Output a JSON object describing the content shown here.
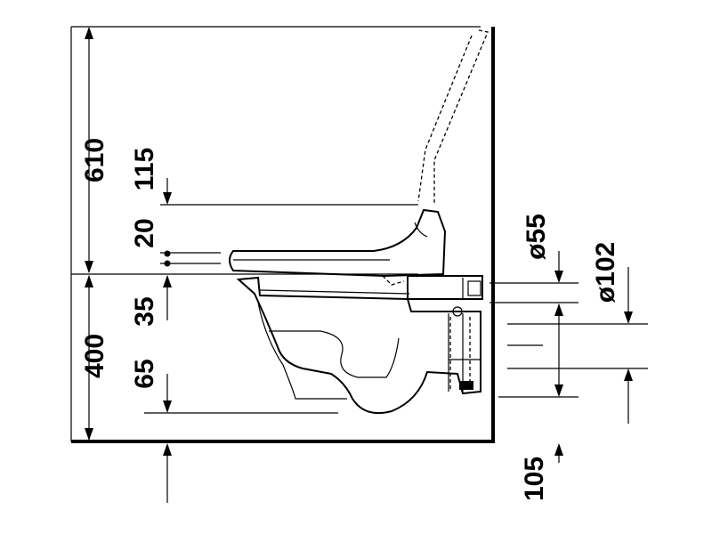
{
  "dimensions": {
    "d610": "610",
    "d115": "115",
    "d20": "20",
    "d35": "35",
    "d400": "400",
    "d65": "65",
    "d105": "105",
    "dia55": "ø55",
    "dia102": "ø102"
  },
  "colors": {
    "line": "#000000",
    "background": "#ffffff"
  }
}
